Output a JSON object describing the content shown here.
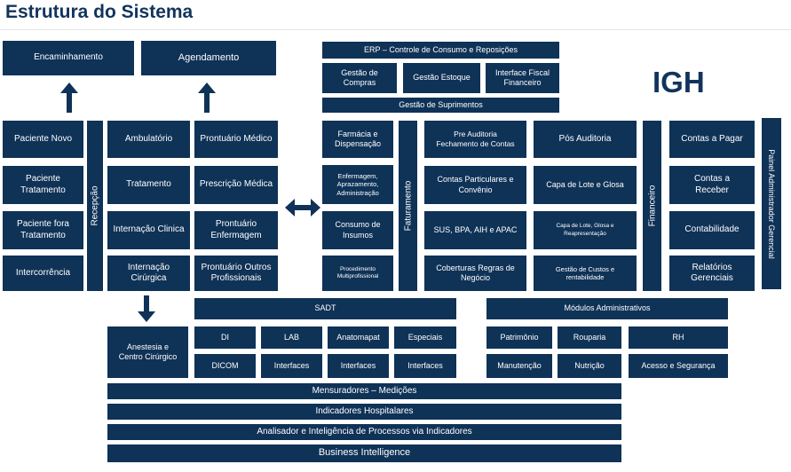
{
  "title": "Estrutura do Sistema",
  "logo": "IGH",
  "colors": {
    "box_fill": "#0f3257",
    "title_text": "#12345c",
    "box_text": "#ffffff"
  },
  "top": {
    "encaminhamento": "Encaminhamento",
    "agendamento": "Agendamento"
  },
  "left": {
    "recepcao": "Recepção",
    "col1": [
      "Paciente Novo",
      "Paciente Tratamento",
      "Paciente fora Tratamento",
      "Intercorrência"
    ],
    "col2": [
      "Ambulatório",
      "Tratamento",
      "Internação Clinica",
      "Internação Cirúrgica"
    ],
    "col3": [
      "Prontuário Médico",
      "Prescrição Médica",
      "Prontuário Enfermagem",
      "Prontuário Outros Profissionais"
    ],
    "anestesia": "Anestesia e Centro Cirúrgico"
  },
  "erp": {
    "title": "ERP – Controle de Consumo e Reposições",
    "items": [
      "Gestão de Compras",
      "Gestão Estoque",
      "Interface Fiscal Financeiro"
    ],
    "suprimentos": "Gestão de Suprimentos"
  },
  "middle": {
    "col": [
      "Farmácia e Dispensação",
      "Enfermagem, Aprazamento, Administração",
      "Consumo de Insumos",
      "Procedimento Multiprofissional"
    ],
    "faturamento": "Faturamento",
    "fat_col": [
      "Pre Auditoria Fechamento de Contas",
      "Contas Particulares e Convênio",
      "SUS, BPA, AIH e APAC",
      "Coberturas Regras de Negócio"
    ],
    "aud_col": [
      "Pós Auditoria",
      "Capa de Lote e Glosa",
      "Capa de Lote, Glosa e Reapresentação",
      "Gestão de Custos e rentabilidade"
    ]
  },
  "right": {
    "financeiro": "Financeiro",
    "col": [
      "Contas a Pagar",
      "Contas a Receber",
      "Contabilidade",
      "Relatórios Gerenciais"
    ],
    "painel": "Painel Administrador Gerencial"
  },
  "sadt": {
    "title": "SADT",
    "row1": [
      "DI",
      "LAB",
      "Anatomapat",
      "Especiais"
    ],
    "row2": [
      "DICOM",
      "Interfaces",
      "Interfaces",
      "Interfaces"
    ]
  },
  "modulos": {
    "title": "Módulos Administrativos",
    "row1": [
      "Patrimônio",
      "Rouparia",
      "RH"
    ],
    "row2": [
      "Manutenção",
      "Nutrição",
      "Acesso e Segurança"
    ]
  },
  "bars": [
    "Mensuradores – Medições",
    "Indicadores Hospitalares",
    "Analisador e Inteligência de Processos via Indicadores",
    "Business Intelligence"
  ]
}
